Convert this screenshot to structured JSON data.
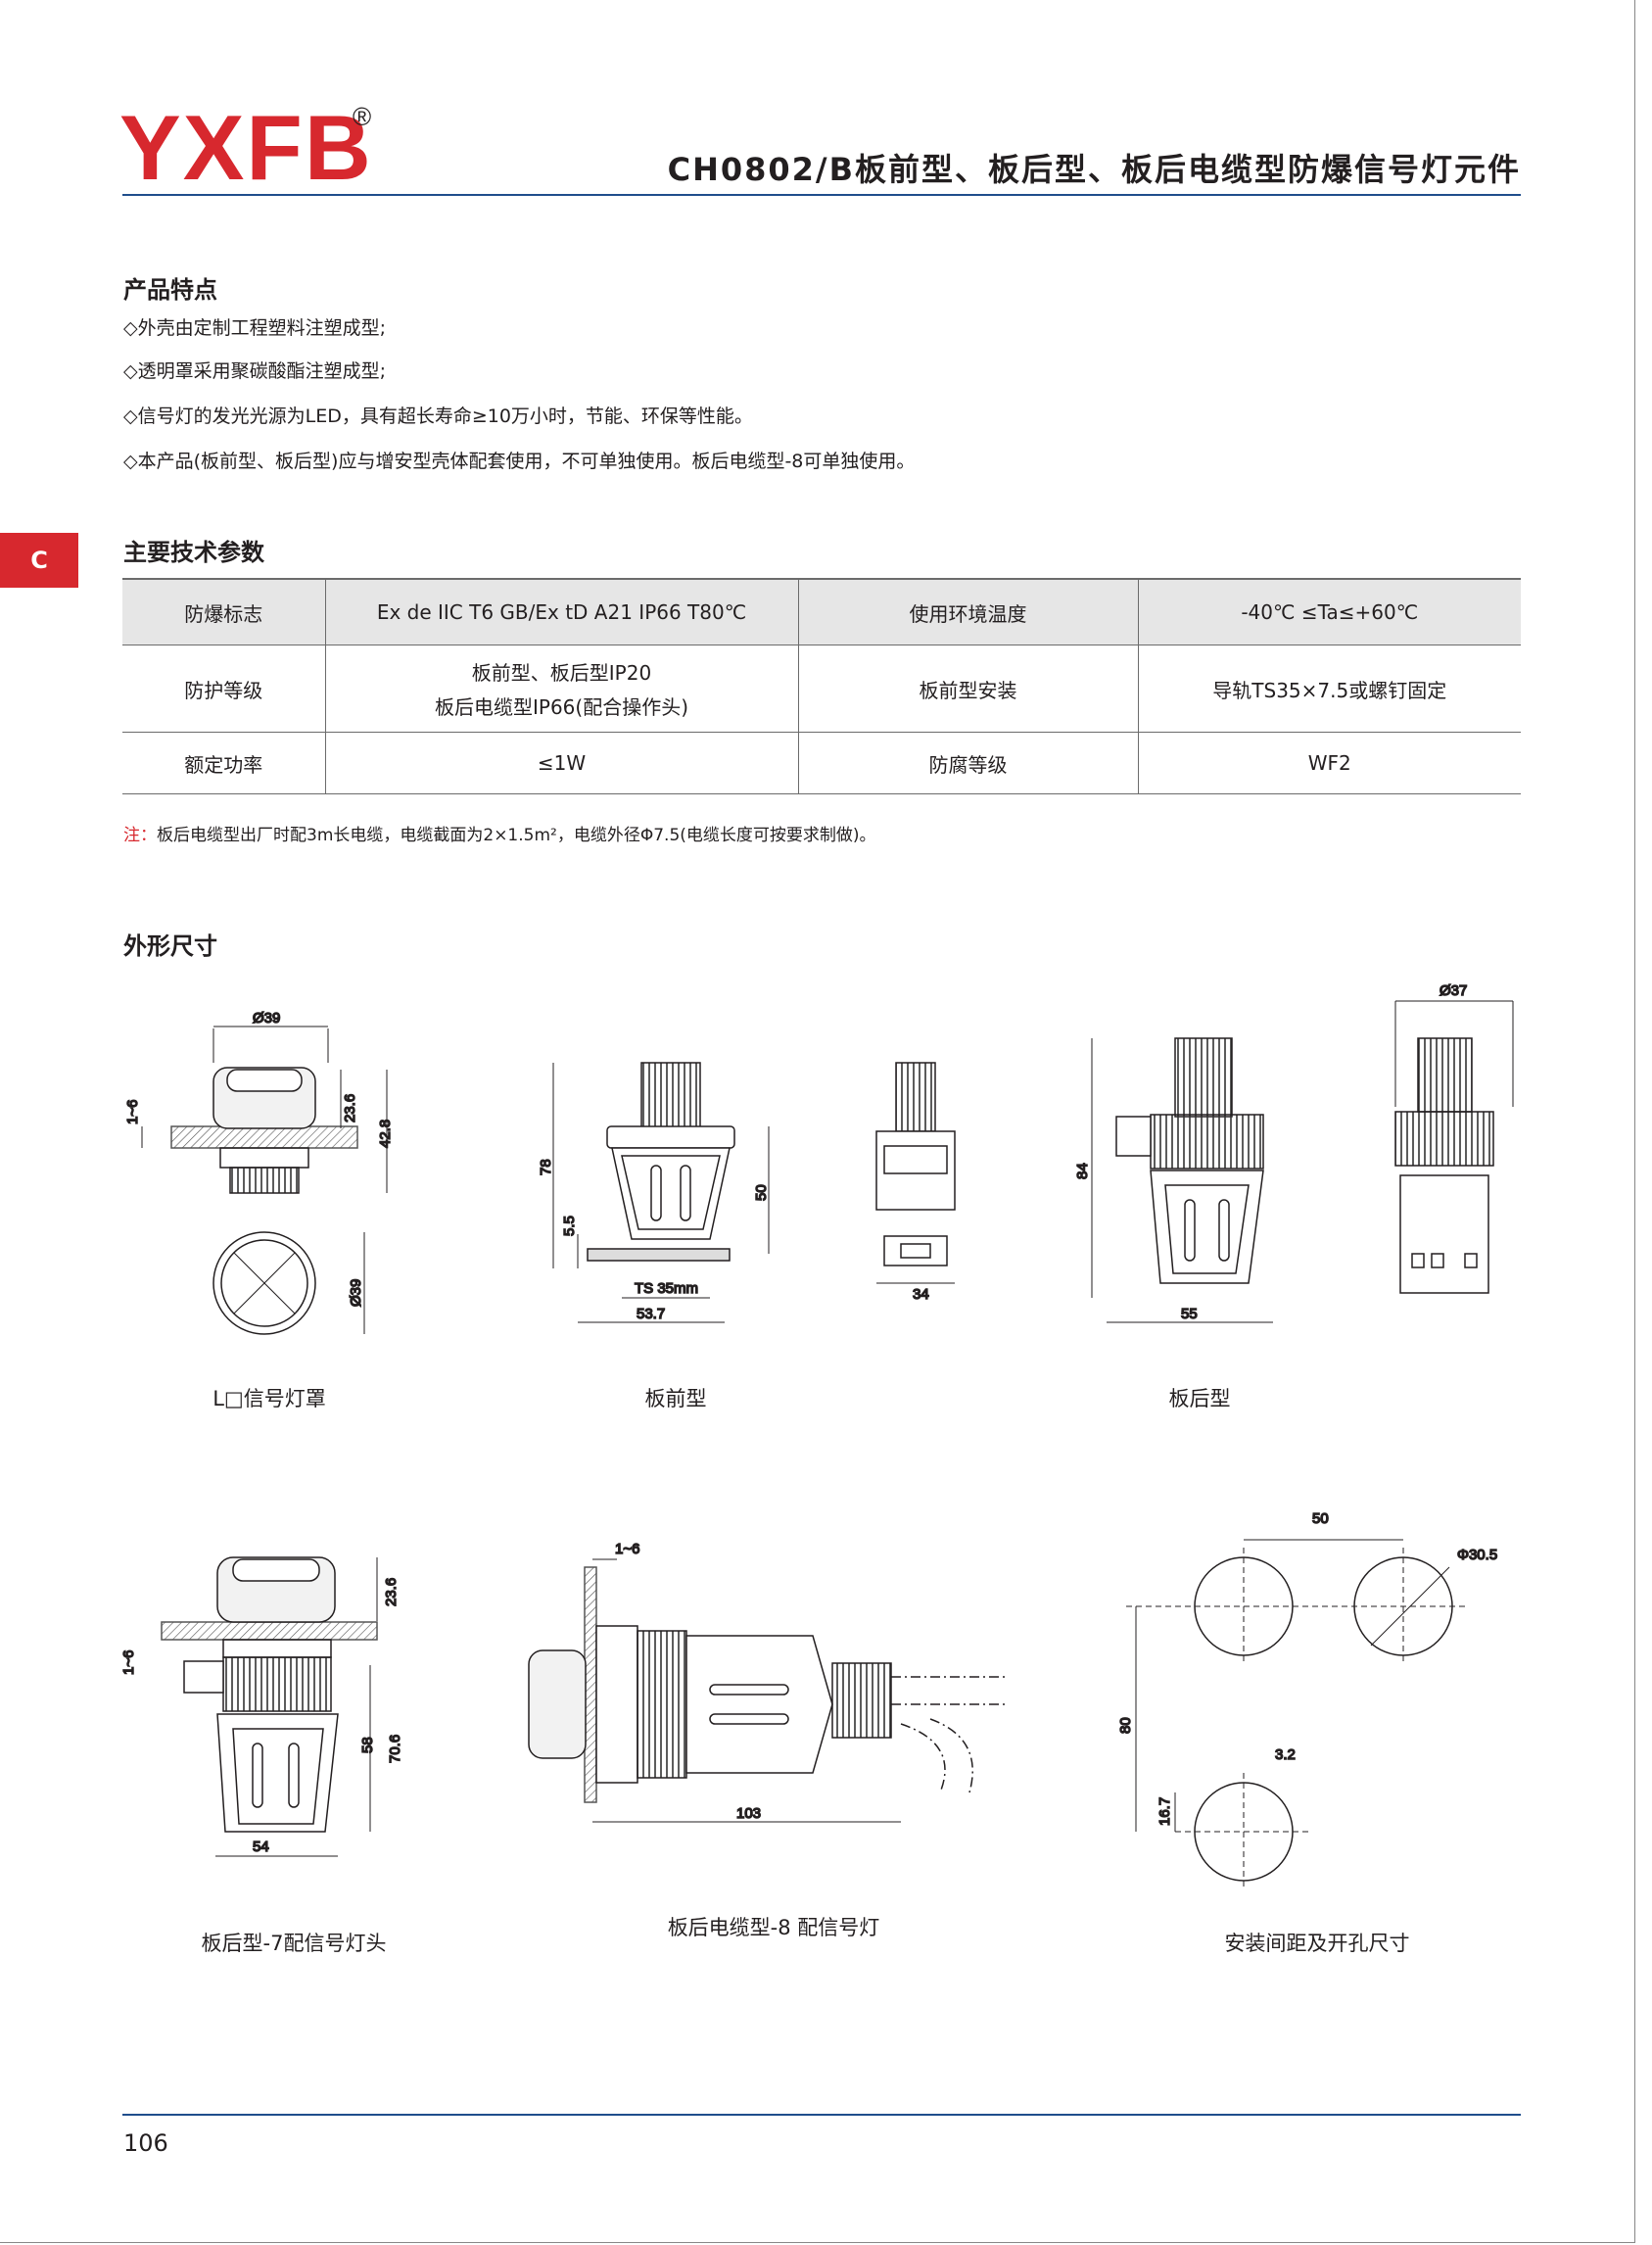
{
  "header": {
    "logo_text": "YXFB",
    "logo_mark": "®",
    "title": "CH0802/B板前型、板后型、板后电缆型防爆信号灯元件",
    "brand_color": "#d7282e",
    "rule_color": "#1f4e8c"
  },
  "side_tab": "C",
  "features": {
    "heading": "产品特点",
    "items": [
      "◇外壳由定制工程塑料注塑成型;",
      "◇透明罩采用聚碳酸酯注塑成型;",
      "◇信号灯的发光光源为LED，具有超长寿命≥10万小时，节能、环保等性能。",
      "◇本产品(板前型、板后型)应与增安型壳体配套使用，不可单独使用。板后电缆型-8可单独使用。"
    ]
  },
  "specs": {
    "heading": "主要技术参数",
    "rows": [
      [
        "防爆标志",
        "Ex de IIC T6 GB/Ex tD A21 IP66 T80℃",
        "使用环境温度",
        "-40℃ ≤Ta≤+60℃"
      ],
      [
        "防护等级",
        "板前型、板后型IP20",
        "板前型安装",
        "导轨TS35×7.5或螺钉固定"
      ],
      [
        "额定功率",
        "≤1W",
        "防腐等级",
        "WF2"
      ]
    ],
    "row2_col2_line2": "板后电缆型IP66(配合操作头)"
  },
  "note": {
    "label": "注：",
    "text": "板后电缆型出厂时配3m长电缆，电缆截面为2×1.5m²，电缆外径Φ7.5(电缆长度可按要求制做)。"
  },
  "dimensions": {
    "heading": "外形尺寸",
    "captions": [
      "L□信号灯罩",
      "板前型",
      "板后型",
      "板后型-7配信号灯头",
      "板后电缆型-8 配信号灯",
      "安装间距及开孔尺寸"
    ],
    "labels": {
      "d39": "Ø39",
      "d1_6": "1~6",
      "d23_6": "23.6",
      "d42_8": "42.8",
      "d78": "78",
      "d5_5": "5.5",
      "d50": "50",
      "ts35": "TS 35mm",
      "d53_7": "53.7",
      "d34": "34",
      "d84": "84",
      "d55": "55",
      "d37": "Ø37",
      "d70_6": "70.6",
      "d58": "58",
      "d54": "54",
      "d103": "103",
      "d30_5": "Φ30.5",
      "d80": "80",
      "d3_2": "3.2",
      "d16_7": "16.7"
    }
  },
  "footer": {
    "page_number": "106"
  }
}
